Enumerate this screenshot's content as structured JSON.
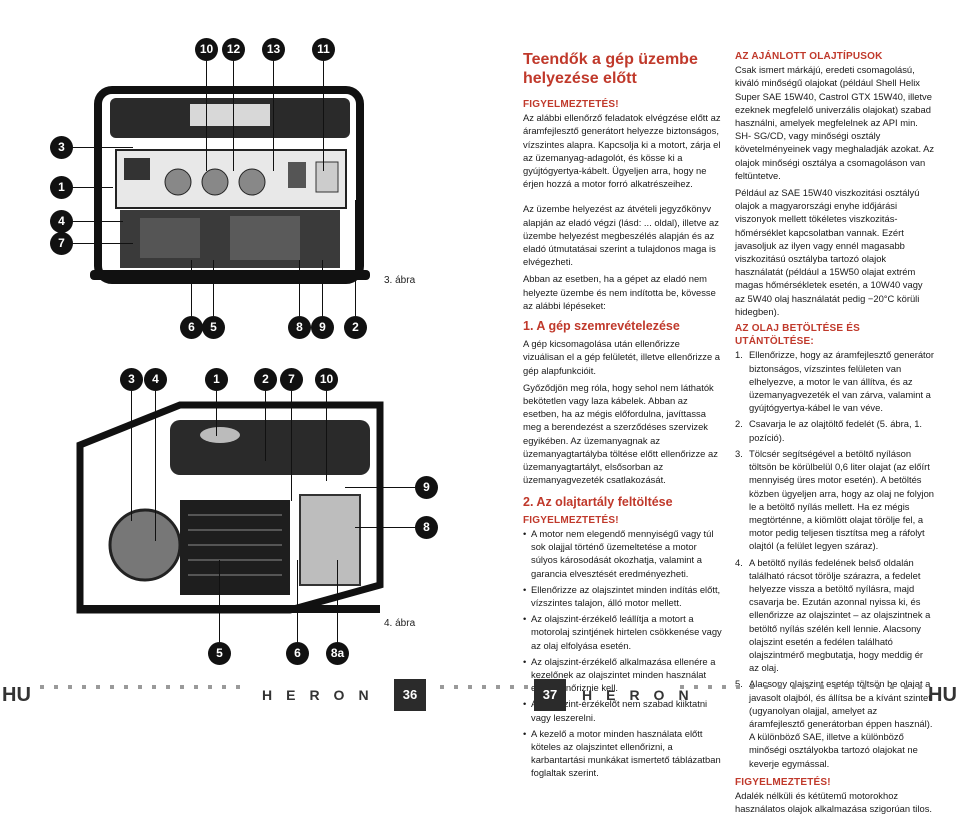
{
  "fig3": {
    "caption": "3. ábra",
    "top_markers": [
      "10",
      "12",
      "13",
      "11"
    ],
    "left_markers": [
      "3",
      "1",
      "4",
      "7"
    ],
    "bottom_markers": [
      "6",
      "5",
      "8",
      "9",
      "2"
    ]
  },
  "fig4": {
    "caption": "4. ábra",
    "top_markers": [
      "3",
      "4",
      "1",
      "2",
      "7",
      "10"
    ],
    "right_markers": [
      "9",
      "8"
    ],
    "bottom_markers": [
      "5",
      "6",
      "8a"
    ]
  },
  "col2": {
    "title": "Teendők a gép üzembe helyezése előtt",
    "warning_label": "FIGYELMEZTETÉS!",
    "warning_text": "Az alábbi ellenőrző feladatok elvégzése előtt az áramfejlesztő generátort helyezze biztonságos, vízszintes alapra. Kapcsolja ki a motort, zárja el az üzemanyag-adagolót, és kösse ki a gyújtógyertya-kábelt. Ügyeljen arra, hogy ne érjen hozzá a motor forró alkatrészeihez.",
    "para1": "Az üzembe helyezést az átvételi jegyzőkönyv alapján az eladó végzi (lásd: ... oldal), illetve az üzembe helyezést megbeszélés alapján és az eladó útmutatásai szerint a tulajdonos maga is elvégezheti.",
    "para2": "Abban az esetben, ha a gépet az eladó nem helyezte üzembe és nem indította be, kövesse az alábbi lépéseket:",
    "sec1_title": "1. A gép szemrevételezése",
    "sec1_p1": "A gép kicsomagolása után ellenőrizze vizuálisan el a gép felületét, illetve ellenőrizze a gép alapfunkcióit.",
    "sec1_p2": "Győződjön meg róla, hogy sehol nem láthatók bekötetlen vagy laza kábelek. Abban az esetben, ha az mégis előfordulna, javíttassa meg a berendezést a szerződéses szervizek egyikében. Az üzemanyagnak az üzemanyagtartályba töltése előtt ellenőrizze az üzemanyagtartályt, elsősorban az üzemanyagvezeték csatlakozását.",
    "sec2_title": "2. Az olajtartály feltöltése",
    "sec2_warning": "FIGYELMEZTETÉS!",
    "bullets": [
      "A motor nem elegendő mennyiségű vagy túl sok olajjal történő üzemeltetése a motor súlyos károsodását okozhatja, valamint a garancia elvesztését eredményezheti.",
      "Ellenőrizze az olajszintet minden indítás előtt, vízszintes talajon, álló motor mellett.",
      "Az olajszint-érzékelő leállítja a motort a motorolaj szintjének hirtelen csökkenése vagy az olaj elfolyása esetén.",
      "Az olajszint-érzékelő alkalmazása ellenére a kezelőnek az olajszintet minden használat előtt ellenőriznie kell.",
      "Az olajszint-érzékelőt nem szabad kiiktatni vagy leszerelni.",
      "A kezelő a motor minden használata előtt köteles az olajszintet ellenőrizni, a karbantartási munkákat ismertető táblázatban foglaltak szerint."
    ]
  },
  "col3": {
    "oil_title": "AZ AJÁNLOTT OLAJTÍPUSOK",
    "oil_p1": "Csak ismert márkájú, eredeti csomagolású, kiváló minőségű olajokat (például Shell Helix Super SAE 15W40, Castrol GTX 15W40, illetve ezeknek megfelelő univerzális olajokat) szabad használni, amelyek megfelelnek az API min. SH- SG/CD, vagy minőségi osztály követelményeinek vagy meghaladják azokat. Az olajok minőségi osztálya a csomagoláson van feltüntetve.",
    "oil_p2": "Például az SAE 15W40 viszkozitási osztályú olajok a magyarországi enyhe időjárási viszonyok mellett tökéletes viszkozitás-hőmérséklet kapcsolatban vannak. Ezért javasoljuk az ilyen vagy ennél magasabb viszkozitású osztályba tartozó olajok használatát (például a 15W50 olajat extrém magas hőmérsékletek esetén, a 10W40 vagy az 5W40 olaj használatát pedig −20°C körüli hidegben).",
    "fill_title": "AZ OLAJ BETÖLTÉSE ÉS UTÁNTÖLTÉSE:",
    "steps": [
      {
        "n": "1.",
        "text": "Ellenőrizze, hogy az áramfejlesztő generátor biztonságos, vízszintes felületen van elhelyezve, a motor le van állítva, és az üzemanyagvezeték el van zárva, valamint a gyújtógyertya-kábel le van véve."
      },
      {
        "n": "2.",
        "text": "Csavarja le az olajtöltő fedelét (5. ábra, 1. pozíció)."
      },
      {
        "n": "3.",
        "text": "Tölcsér segítségével a betöltő nyíláson töltsön be körülbelül 0,6 liter olajat (az előírt mennyiség üres motor esetén). A betöltés közben ügyeljen arra, hogy az olaj ne folyjon le a betöltő nyílás mellett. Ha ez mégis megtörténne, a kiömlött olajat törölje fel, a motor pedig teljesen tisztítsa meg a ráfolyt olajtól (a felület legyen száraz)."
      },
      {
        "n": "4.",
        "text": "A betöltő nyílás fedelének belső oldalán található rácsot törölje szárazra, a fedelet helyezze vissza a betöltő nyílásra, majd csavarja be. Ezután azonnal nyissa ki, és ellenőrizze az olajszintet – az olajszintnek a betöltő nyílás szélén kell lennie. Alacsony olajszint esetén a fedélen található olajszintmérő megbutatja, hogy meddig ér az olaj."
      },
      {
        "n": "5.",
        "text": "Alacsony olajszint esetén töltsön be olajat a javasolt olajból, és állítsa be a kívánt szintet (ugyanolyan olajjal, amelyet az áramfejlesztő generátorban éppen használ). A különböző SAE, illetve a különböző minőségi osztályokba tartozó olajokat ne keverje egymással."
      }
    ],
    "final_warning": "FIGYELMEZTETÉS!",
    "final_text": "Adalék nélküli és kétütemű motorokhoz használatos olajok alkalmazása szigorúan tilos."
  },
  "footer": {
    "left_lang": "HU",
    "right_lang": "HU",
    "brand_left": "HERON",
    "brand_right": "HERON",
    "page_left": "36",
    "page_right": "37"
  }
}
